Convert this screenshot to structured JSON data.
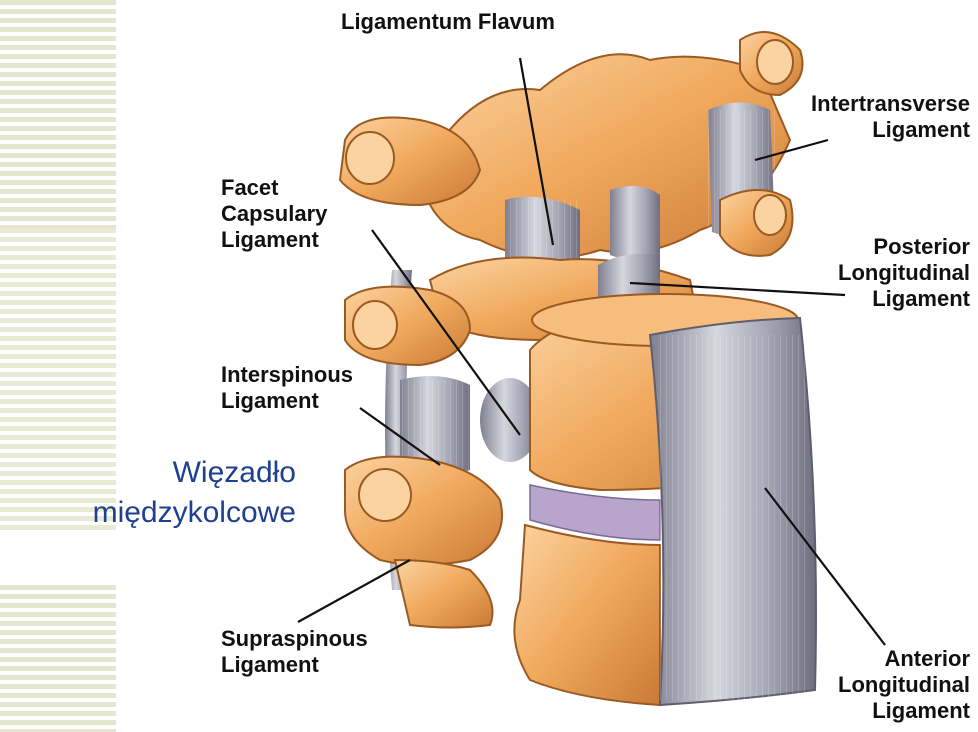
{
  "labels": {
    "ligamentum_flavum": "Ligamentum Flavum",
    "intertransverse": [
      "Intertransverse",
      "Ligament"
    ],
    "facet_capsulary": [
      "Facet",
      "Capsulary",
      "Ligament"
    ],
    "posterior_longitudinal": [
      "Posterior",
      "Longitudinal",
      "Ligament"
    ],
    "interspinous": [
      "Interspinous",
      "Ligament"
    ],
    "supraspinous": [
      "Supraspinous",
      "Ligament"
    ],
    "anterior_longitudinal": [
      "Anterior",
      "Longitudinal",
      "Ligament"
    ]
  },
  "caption": [
    "Więzadło",
    "międzykolcowe"
  ],
  "colors": {
    "bone": "#f0a85c",
    "bone_shadow": "#c97a36",
    "bone_light": "#fbd3a1",
    "ligament": "#9a9aa8",
    "ligament_light": "#d6d6de",
    "disc": "#b7a5cc",
    "caption": "#1f3f8f",
    "stripe": "#e4e6cf"
  }
}
